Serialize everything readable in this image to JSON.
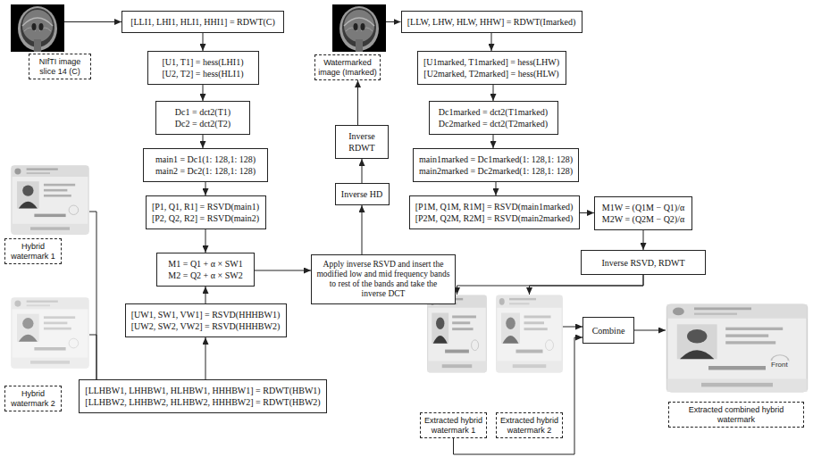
{
  "diagram": {
    "nodes": [
      {
        "text": [
          "NIfTI image slice 14 (C)"
        ]
      },
      {
        "text": [
          "[LLI1, LHI1, HLI1, HHI1] = RDWT(C)"
        ]
      },
      {
        "text": [
          "[U1, T1] = hess(LHI1)",
          "[U2, T2] = hess(HLI1)"
        ]
      },
      {
        "text": [
          "Dc1 = dct2(T1)",
          "Dc2 = dct2(T2)"
        ]
      },
      {
        "text": [
          "main1 = Dc1(1: 128,1: 128)",
          "main2 = Dc2(1: 128,1: 128)"
        ]
      },
      {
        "text": [
          "[P1, Q1, R1] = RSVD(main1)",
          "[P2, Q2, R2] = RSVD(main2)"
        ]
      },
      {
        "text": [
          "Hybrid watermark 1"
        ]
      },
      {
        "text": [
          "M1 = Q1 + α × SW1",
          "M2 = Q2 + α × SW2"
        ]
      },
      {
        "text": [
          "Hybrid watermark 2"
        ]
      },
      {
        "text": [
          "[UW1, SW1, VW1] = RSVD(HHHBW1)",
          "[UW2, SW2, VW2] = RSVD(HHHBW2)"
        ]
      },
      {
        "text": [
          "[LLHBW1, LHHBW1, HLHBW1, HHHBW1] = RDWT(HBW1)",
          "[LLHBW2, LHHBW2, HLHBW2, HHHBW2] = RDWT(HBW2)"
        ]
      },
      {
        "text": [
          "Watermarked image (Imarked)"
        ]
      },
      {
        "text": [
          "Inverse RDWT"
        ]
      },
      {
        "text": [
          "Inverse HD"
        ]
      },
      {
        "text": [
          "Apply inverse RSVD and insert the modified low and mid frequency bands to rest of the bands and take the inverse DCT"
        ]
      },
      {
        "text": [
          "[LLW, LHW, HLW, HHW] = RDWT(Imarked)"
        ]
      },
      {
        "text": [
          "[U1marked, T1marked] = hess(LHW)",
          "[U2marked, T2marked] = hess(HLW)"
        ]
      },
      {
        "text": [
          "Dc1marked = dct2(T1marked)",
          "Dc2marked = dct2(T2marked)"
        ]
      },
      {
        "text": [
          "main1marked = Dc1marked(1: 128,1: 128)",
          "main2marked = Dc2marked(1: 128,1: 128)"
        ]
      },
      {
        "text": [
          "[P1M, Q1M, R1M] = RSVD(main1marked)",
          "[P2M, Q2M, R2M] = RSVD(main2marked)"
        ]
      },
      {
        "text": [
          "M1W = (Q1M − Q1)/α",
          "M2W = (Q2M − Q2)/α"
        ]
      },
      {
        "text": [
          "Inverse RSVD, RDWT"
        ]
      },
      {
        "text": [
          "Extracted hybrid watermark 1"
        ]
      },
      {
        "text": [
          "Extracted hybrid watermark 2"
        ]
      },
      {
        "text": [
          "Combine"
        ]
      },
      {
        "text": [
          "Extracted combined hybrid watermark"
        ]
      }
    ],
    "edges": [
      {
        "from": 0,
        "to": 1,
        "arrow": "to"
      },
      {
        "from": 1,
        "to": 2,
        "arrow": "to"
      },
      {
        "from": 2,
        "to": 3,
        "arrow": "to"
      },
      {
        "from": 3,
        "to": 4,
        "arrow": "to"
      },
      {
        "from": 4,
        "to": 5,
        "arrow": "to"
      },
      {
        "from": 5,
        "to": 7,
        "arrow": "to"
      },
      {
        "from": 9,
        "to": 7,
        "arrow": "to"
      },
      {
        "from": 10,
        "to": 9,
        "arrow": "to"
      },
      {
        "from": 6,
        "to": 10,
        "arrow": "to"
      },
      {
        "from": 8,
        "to": 10,
        "arrow": "to"
      },
      {
        "from": 7,
        "to": 14,
        "arrow": "to"
      },
      {
        "from": 14,
        "to": 13,
        "arrow": "to"
      },
      {
        "from": 13,
        "to": 12,
        "arrow": "to"
      },
      {
        "from": 12,
        "to": 11,
        "arrow": "to"
      },
      {
        "from": 11,
        "to": 15,
        "arrow": "to"
      },
      {
        "from": 15,
        "to": 16,
        "arrow": "to"
      },
      {
        "from": 16,
        "to": 17,
        "arrow": "to"
      },
      {
        "from": 17,
        "to": 18,
        "arrow": "to"
      },
      {
        "from": 18,
        "to": 19,
        "arrow": "to"
      },
      {
        "from": 19,
        "to": 20,
        "arrow": "to"
      },
      {
        "from": 20,
        "to": 21,
        "arrow": "to"
      },
      {
        "from": 21,
        "to": 22,
        "arrow": "to"
      },
      {
        "from": 21,
        "to": 23,
        "arrow": "to"
      },
      {
        "from": 22,
        "to": 24,
        "arrow": "to"
      },
      {
        "from": 23,
        "to": 24,
        "arrow": "to"
      },
      {
        "from": 24,
        "to": 25,
        "arrow": "to"
      }
    ],
    "labels": [
      "Front"
    ]
  }
}
